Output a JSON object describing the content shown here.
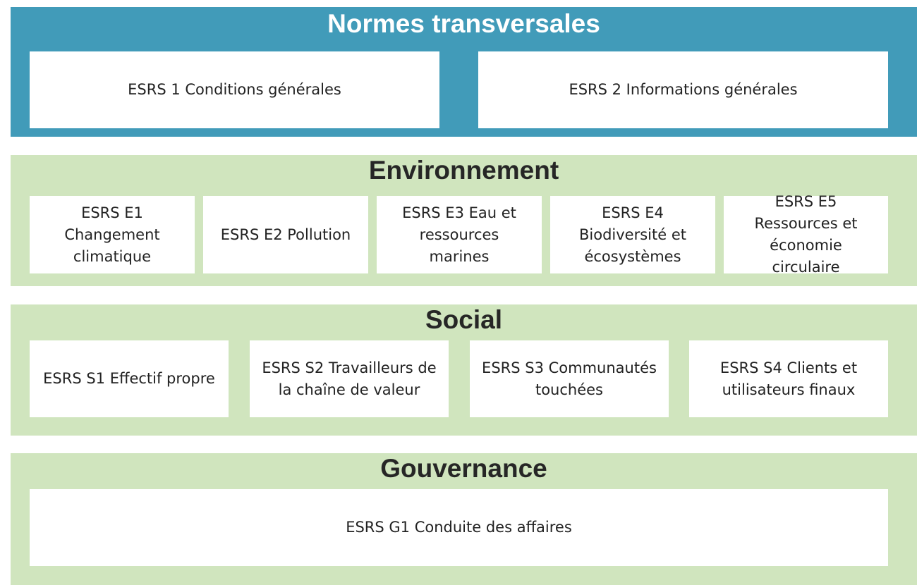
{
  "colors": {
    "transversal_band": "#419BB9",
    "thematic_band": "#D0E5BE",
    "box": "#FFFFFF",
    "transversal_title": "#FFFFFF",
    "thematic_title": "#262626"
  },
  "transversal": {
    "title": "Normes transversales",
    "items": [
      "ESRS 1 Conditions générales",
      "ESRS 2 Informations générales"
    ]
  },
  "environment": {
    "title": "Environnement",
    "items": [
      "ESRS E1\nChangement\nclimatique",
      "ESRS E2 Pollution",
      "ESRS E3 Eau et\nressources\nmarines",
      "ESRS E4\nBiodiversité et\nécosystèmes",
      "ESRS E5\nRessources et\néconomie\ncirculaire"
    ]
  },
  "social": {
    "title": "Social",
    "items": [
      "ESRS S1 Effectif propre",
      "ESRS S2 Travailleurs de\nla chaîne de valeur",
      "ESRS S3 Communautés\ntouchées",
      "ESRS S4 Clients et\nutilisateurs finaux"
    ]
  },
  "governance": {
    "title": "Gouvernance",
    "items": [
      "ESRS G1 Conduite des affaires"
    ]
  }
}
